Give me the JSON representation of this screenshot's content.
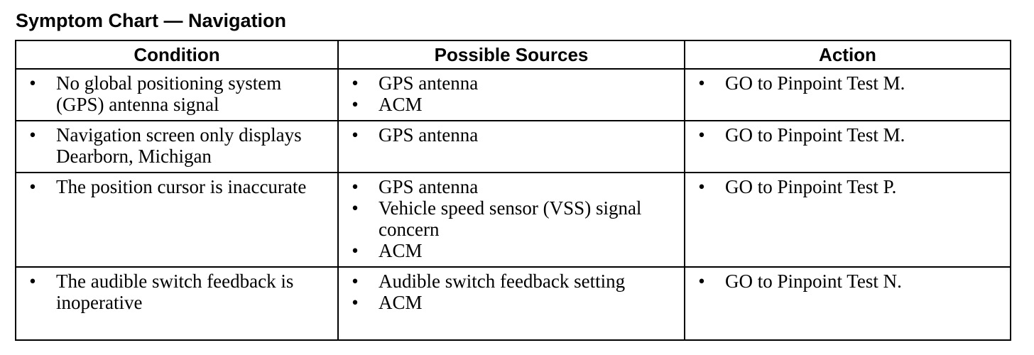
{
  "title": "Symptom Chart — Navigation",
  "bullet_glyph": "•",
  "table": {
    "headers": [
      "Condition",
      "Possible Sources",
      "Action"
    ],
    "rows": [
      {
        "condition": [
          "No global positioning system (GPS) antenna signal"
        ],
        "sources": [
          "GPS antenna",
          "ACM"
        ],
        "action": [
          "GO to Pinpoint Test M."
        ]
      },
      {
        "condition": [
          "Navigation screen only displays Dearborn, Michigan"
        ],
        "sources": [
          "GPS antenna"
        ],
        "action": [
          "GO to Pinpoint Test M."
        ]
      },
      {
        "condition": [
          "The position cursor is inaccurate"
        ],
        "sources": [
          "GPS antenna",
          "Vehicle speed sensor (VSS) signal concern",
          "ACM"
        ],
        "action": [
          "GO to Pinpoint Test P."
        ]
      },
      {
        "condition": [
          "The audible switch feedback is inoperative"
        ],
        "sources": [
          "Audible switch feedback setting",
          "ACM"
        ],
        "action": [
          "GO to Pinpoint Test N."
        ]
      }
    ]
  }
}
